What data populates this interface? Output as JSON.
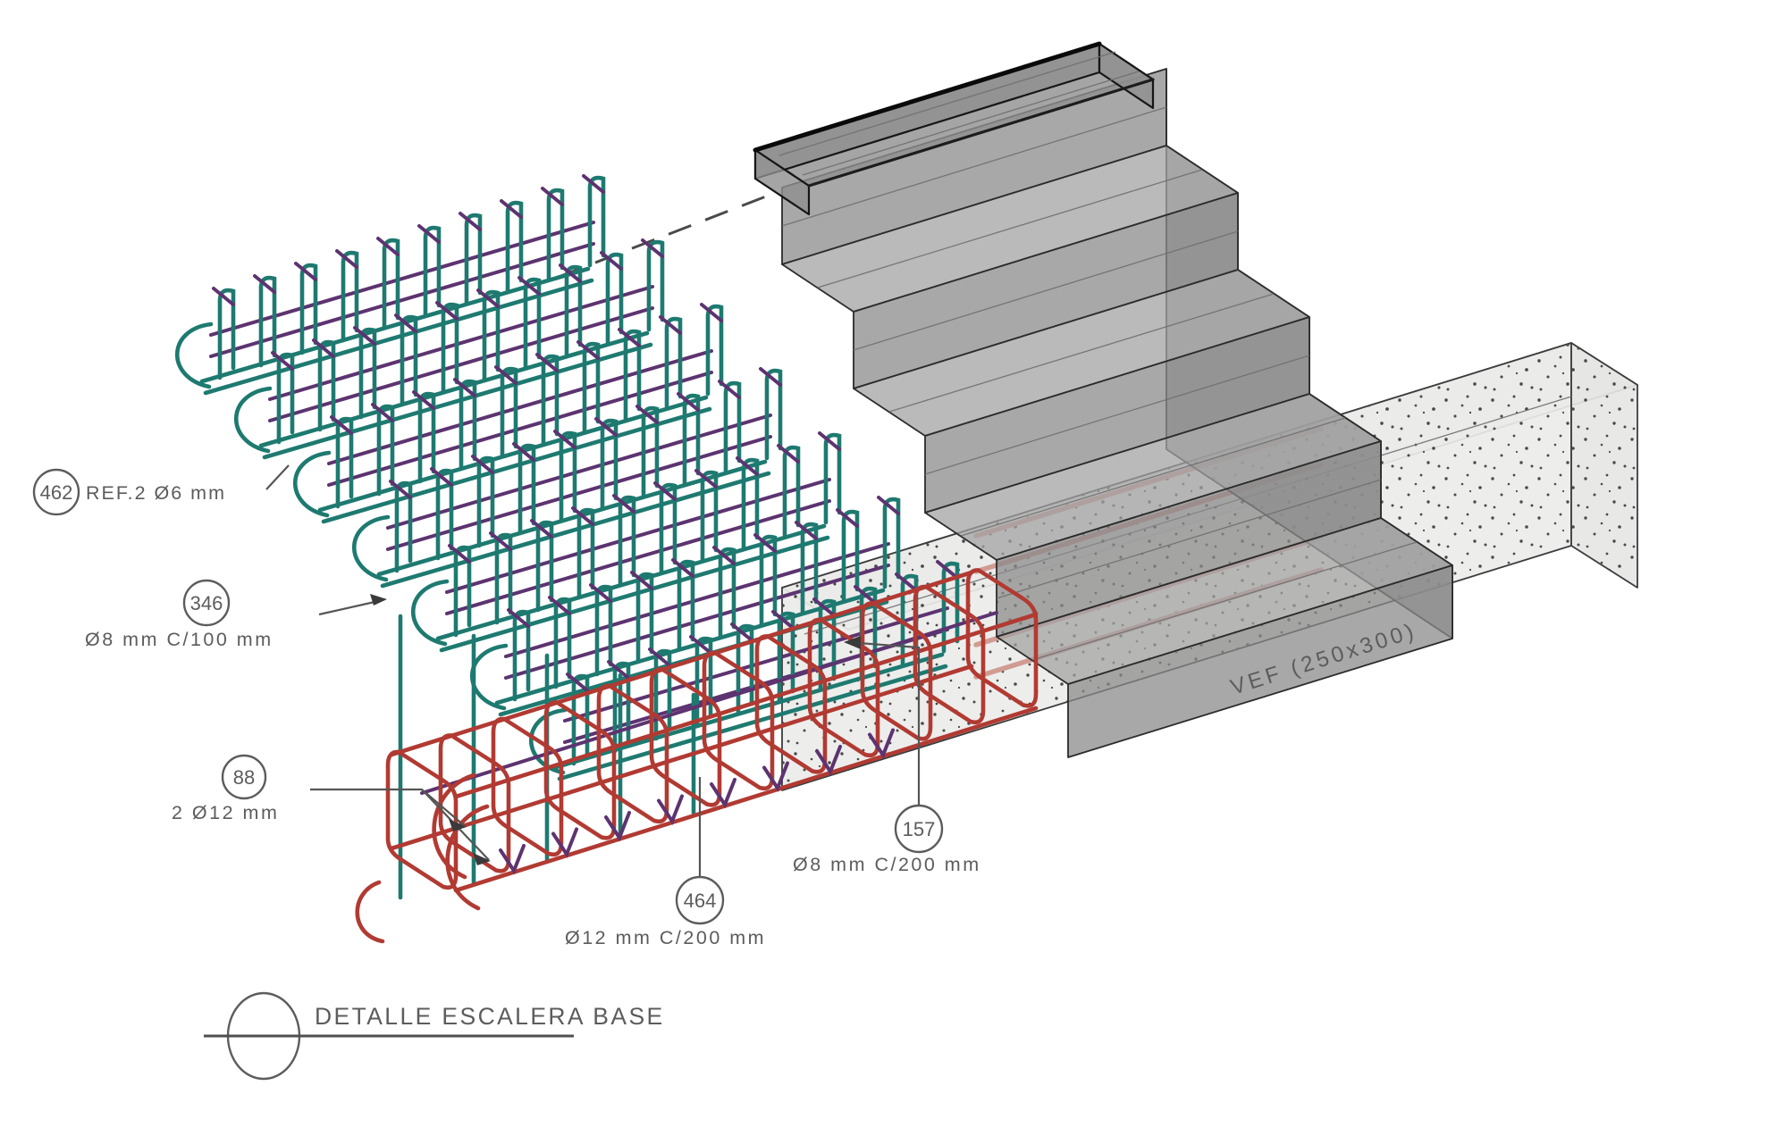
{
  "drawing": {
    "title": {
      "text": "DETALLE ESCALERA BASE"
    },
    "beam_label": "VEF (250x300)",
    "callouts": {
      "c462": {
        "number": "462",
        "label": "REF.2 Ø6 mm"
      },
      "c346": {
        "number": "346",
        "label": "Ø8 mm C/100 mm"
      },
      "c88": {
        "number": "88",
        "label": "2 Ø12 mm"
      },
      "c464": {
        "number": "464",
        "label": "Ø12 mm C/200 mm"
      },
      "c157": {
        "number": "157",
        "label": "Ø8 mm C/200 mm"
      }
    },
    "colors": {
      "stirrup_teal": "#1e7a70",
      "tie_purple": "#5d3370",
      "bar_red": "#b13a32",
      "bar_red_faded": "#d09c92",
      "stair_concrete": "#8a8a8a",
      "beam_concrete": "#ececea",
      "annotation_gray": "#5c5c5c"
    }
  }
}
